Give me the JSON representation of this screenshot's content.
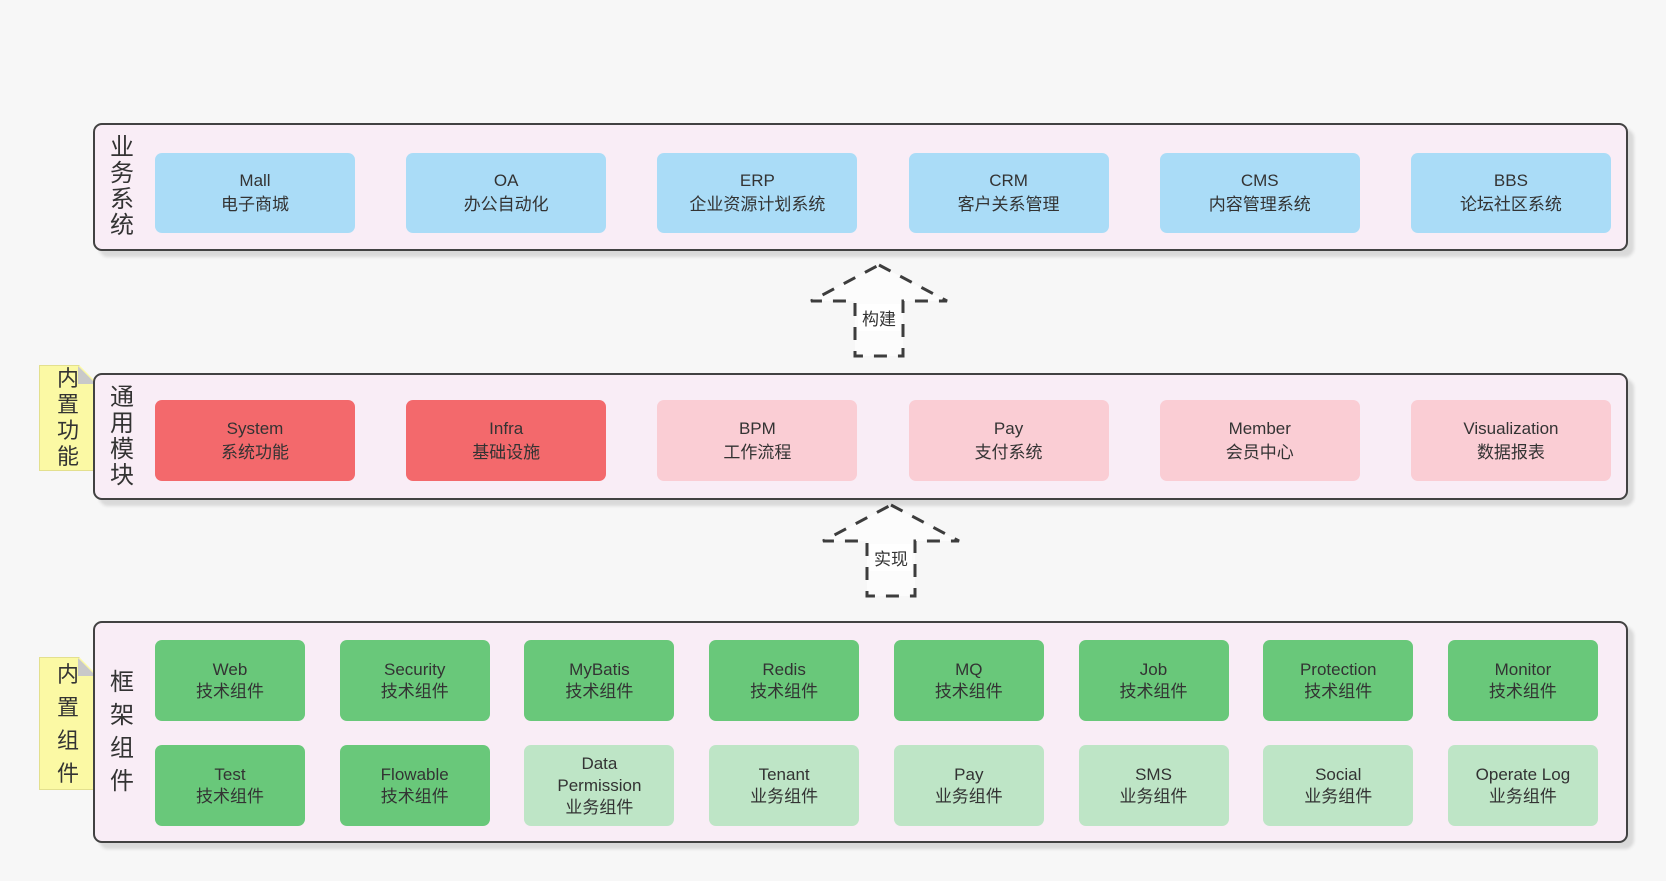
{
  "palette": {
    "page_bg": "#f7f7f7",
    "section_bg": "#f9edf6",
    "section_border": "#424242",
    "blue": "#aadcf7",
    "red": "#f3696c",
    "pink": "#facdd4",
    "green": "#69c87a",
    "light_green": "#bee5c6",
    "note_yellow": "#fbf9a4",
    "fold_gray": "#c9c9c9",
    "text": "#333333"
  },
  "arrows": {
    "build": "构建",
    "implement": "实现"
  },
  "sections": {
    "business": {
      "label": "业务系统",
      "boxes": [
        {
          "title": "Mall",
          "subtitle": "电子商城",
          "variant": "blue"
        },
        {
          "title": "OA",
          "subtitle": "办公自动化",
          "variant": "blue"
        },
        {
          "title": "ERP",
          "subtitle": "企业资源计划系统",
          "variant": "blue"
        },
        {
          "title": "CRM",
          "subtitle": "客户关系管理",
          "variant": "blue"
        },
        {
          "title": "CMS",
          "subtitle": "内容管理系统",
          "variant": "blue"
        },
        {
          "title": "BBS",
          "subtitle": "论坛社区系统",
          "variant": "blue"
        }
      ]
    },
    "common": {
      "label": "通用模块",
      "note": "内置功能",
      "boxes": [
        {
          "title": "System",
          "subtitle": "系统功能",
          "variant": "red"
        },
        {
          "title": "Infra",
          "subtitle": "基础设施",
          "variant": "red"
        },
        {
          "title": "BPM",
          "subtitle": "工作流程",
          "variant": "pink"
        },
        {
          "title": "Pay",
          "subtitle": "支付系统",
          "variant": "pink"
        },
        {
          "title": "Member",
          "subtitle": "会员中心",
          "variant": "pink"
        },
        {
          "title": "Visualization",
          "subtitle": "数据报表",
          "variant": "pink"
        }
      ]
    },
    "framework": {
      "label": "框架组件",
      "note": "内置组件",
      "row1": [
        {
          "title": "Web",
          "subtitle": "技术组件",
          "variant": "green"
        },
        {
          "title": "Security",
          "subtitle": "技术组件",
          "variant": "green"
        },
        {
          "title": "MyBatis",
          "subtitle": "技术组件",
          "variant": "green"
        },
        {
          "title": "Redis",
          "subtitle": "技术组件",
          "variant": "green"
        },
        {
          "title": "MQ",
          "subtitle": "技术组件",
          "variant": "green"
        },
        {
          "title": "Job",
          "subtitle": "技术组件",
          "variant": "green"
        },
        {
          "title": "Protection",
          "subtitle": "技术组件",
          "variant": "green"
        },
        {
          "title": "Monitor",
          "subtitle": "技术组件",
          "variant": "green"
        }
      ],
      "row2": [
        {
          "title": "Test",
          "subtitle": "技术组件",
          "variant": "green"
        },
        {
          "title": "Flowable",
          "subtitle": "技术组件",
          "variant": "green"
        },
        {
          "title": "Data\nPermission",
          "subtitle": "业务组件",
          "variant": "lgreen"
        },
        {
          "title": "Tenant",
          "subtitle": "业务组件",
          "variant": "lgreen"
        },
        {
          "title": "Pay",
          "subtitle": "业务组件",
          "variant": "lgreen"
        },
        {
          "title": "SMS",
          "subtitle": "业务组件",
          "variant": "lgreen"
        },
        {
          "title": "Social",
          "subtitle": "业务组件",
          "variant": "lgreen"
        },
        {
          "title": "Operate Log",
          "subtitle": "业务组件",
          "variant": "lgreen"
        }
      ]
    }
  }
}
